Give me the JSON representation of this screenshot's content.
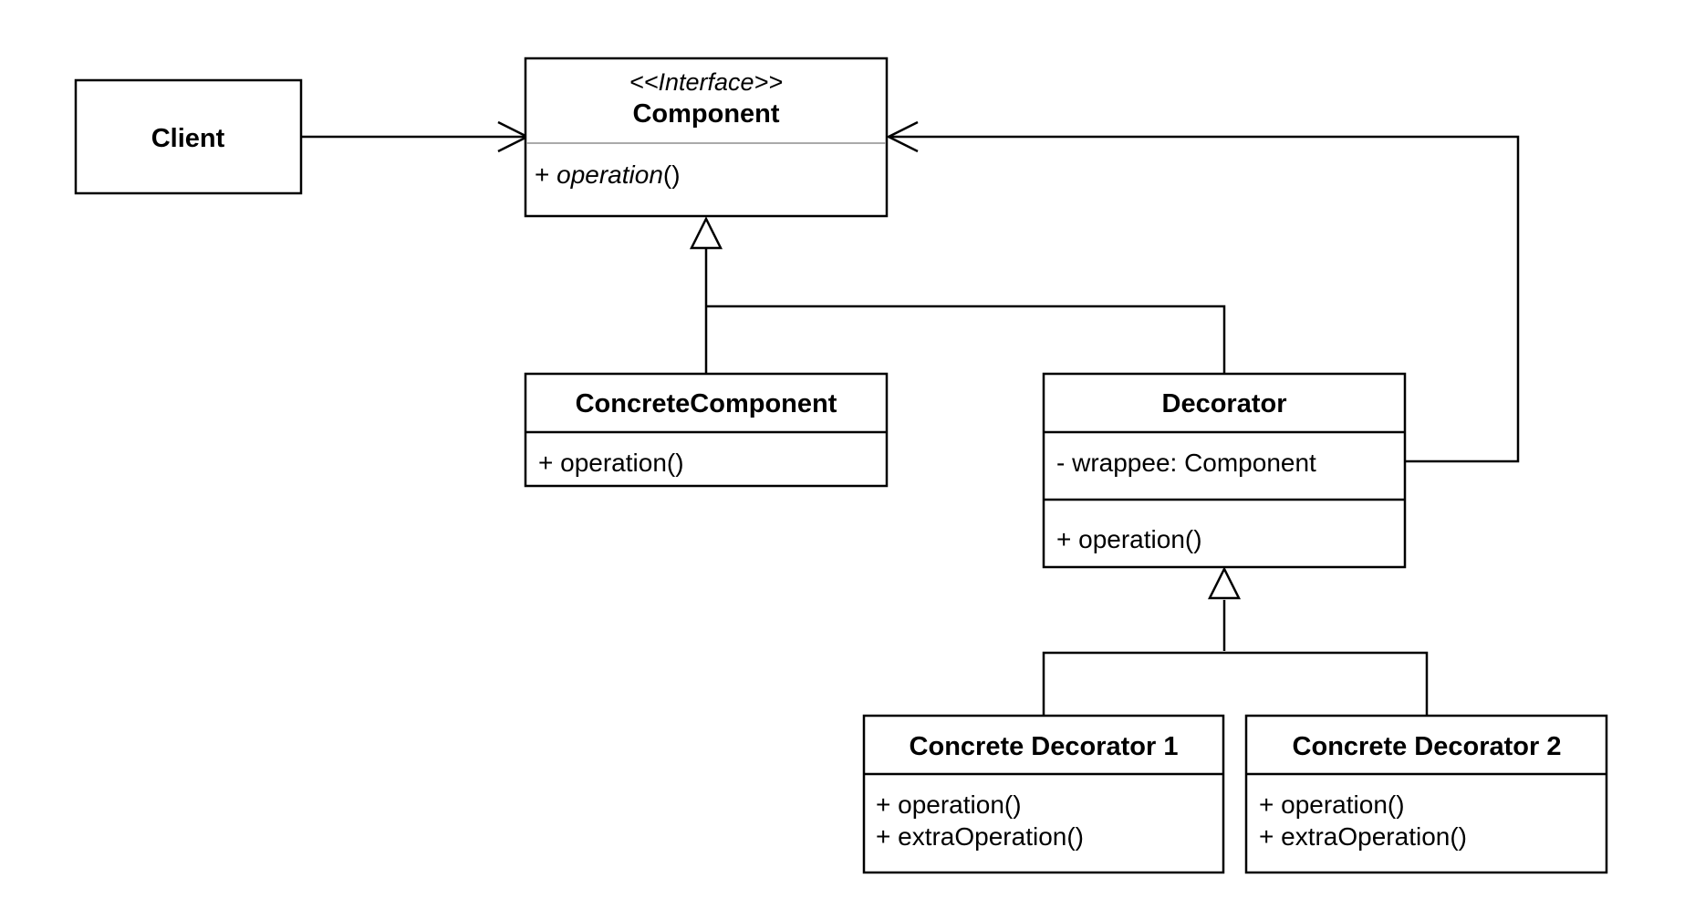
{
  "diagram": {
    "client": {
      "title": "Client"
    },
    "component": {
      "stereotype": "<<Interface>>",
      "title": "Component",
      "op_prefix": "+ ",
      "op_name": "operation",
      "op_suffix": "()"
    },
    "concrete_component": {
      "title": "ConcreteComponent",
      "operations": [
        "+ operation()"
      ]
    },
    "decorator": {
      "title": "Decorator",
      "fields": [
        "- wrappee: Component"
      ],
      "operations": [
        "+ operation()"
      ]
    },
    "concrete_decorator_1": {
      "title": "Concrete Decorator 1",
      "operations": [
        "+ operation()",
        "+ extraOperation()"
      ]
    },
    "concrete_decorator_2": {
      "title": "Concrete Decorator 2",
      "operations": [
        "+ operation()",
        "+ extraOperation()"
      ]
    },
    "relationships": [
      {
        "from": "Client",
        "to": "Component",
        "kind": "association"
      },
      {
        "from": "ConcreteComponent",
        "to": "Component",
        "kind": "realization"
      },
      {
        "from": "Decorator",
        "to": "Component",
        "kind": "realization"
      },
      {
        "from": "Decorator",
        "to": "Component",
        "kind": "aggregation"
      },
      {
        "from": "Concrete Decorator 1",
        "to": "Decorator",
        "kind": "generalization"
      },
      {
        "from": "Concrete Decorator 2",
        "to": "Decorator",
        "kind": "generalization"
      }
    ],
    "colors": {
      "stroke": "#000000",
      "divider": "#aaaaaa",
      "background": "#ffffff"
    }
  }
}
